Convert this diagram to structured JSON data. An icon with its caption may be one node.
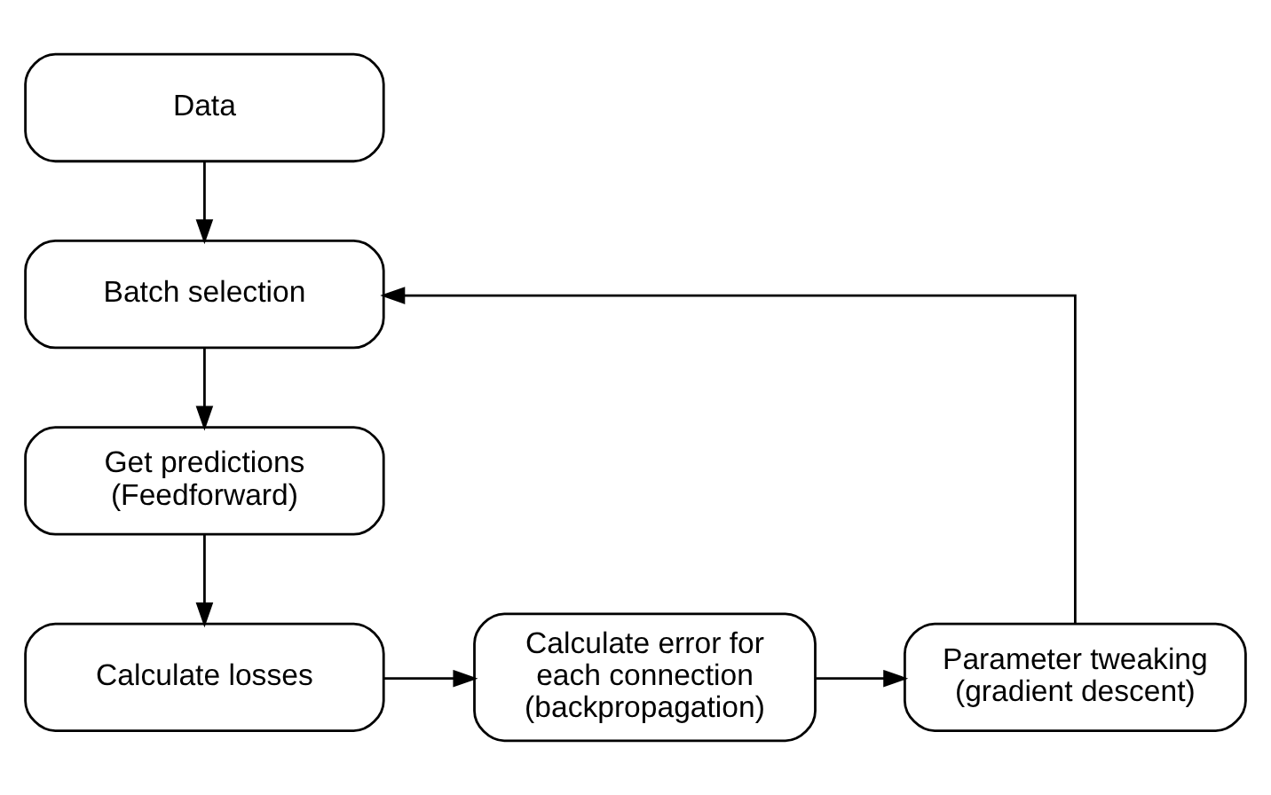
{
  "diagram": {
    "nodes": [
      {
        "text": [
          "Data"
        ]
      },
      {
        "text": [
          "Batch selection"
        ]
      },
      {
        "text": [
          "Get predictions (Feedforward)"
        ]
      },
      {
        "text": [
          "Calculate losses"
        ]
      },
      {
        "text": [
          "Calculate error for each connection (backpropagation)"
        ]
      },
      {
        "text": [
          "Parameter tweaking (gradient descent)"
        ]
      }
    ],
    "edges": [
      {
        "from": 0,
        "to": 1,
        "arrow": "to"
      },
      {
        "from": 1,
        "to": 2,
        "arrow": "to"
      },
      {
        "from": 2,
        "to": 3,
        "arrow": "to"
      },
      {
        "from": 3,
        "to": 4,
        "arrow": "to"
      },
      {
        "from": 4,
        "to": 5,
        "arrow": "to"
      },
      {
        "from": 5,
        "to": 1,
        "arrow": "to"
      }
    ]
  }
}
